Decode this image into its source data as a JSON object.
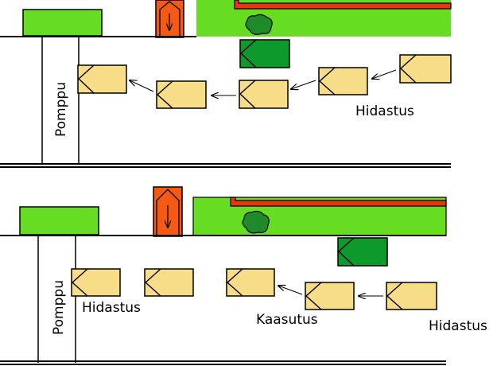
{
  "labels": {
    "top_pump": "Pomppu",
    "top_slowdown": "Hidastus",
    "bottom_pump": "Pomppu",
    "bottom_slowdown_left": "Hidastus",
    "bottom_acceleration": "Kaasutus",
    "bottom_slowdown_right": "Hidastus"
  },
  "colors": {
    "grass": "#66dd22",
    "car": "#f7dd88",
    "car_dark": "#0d9a2a",
    "sign": "#f45a14",
    "wall": "#ee3311",
    "bush": "#1e8a2a",
    "line": "#000000"
  }
}
